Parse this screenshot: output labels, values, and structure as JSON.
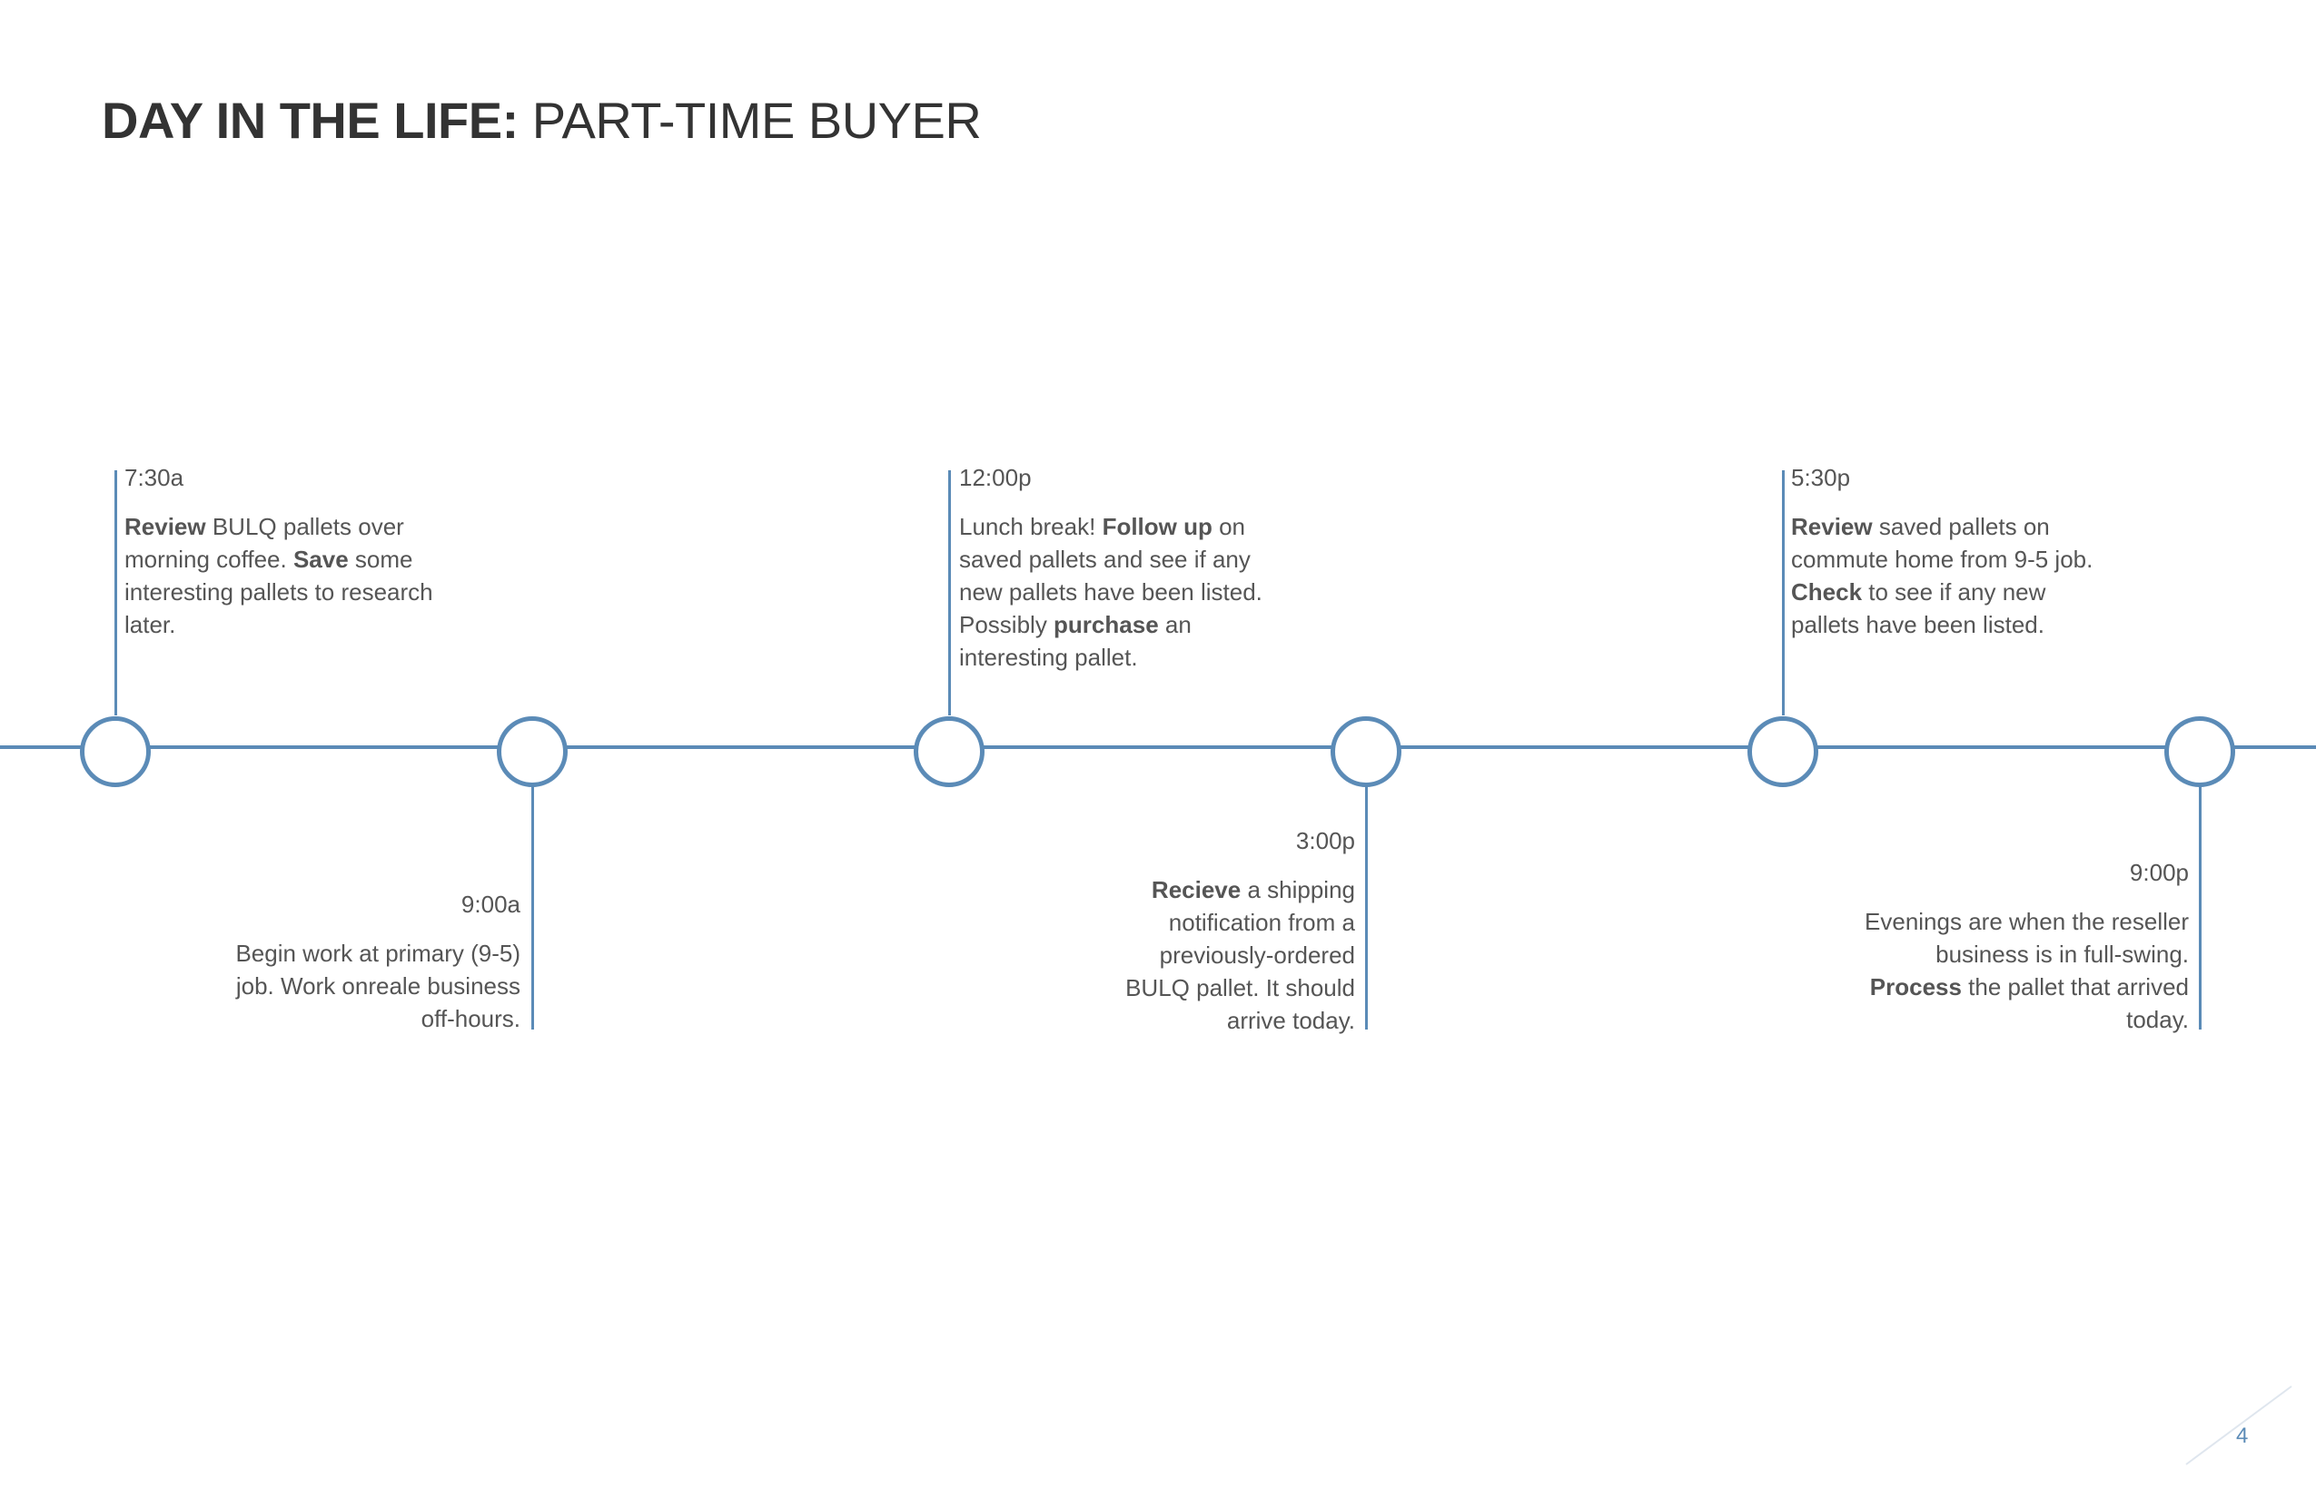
{
  "header": {
    "title_bold": "DAY IN THE LIFE:",
    "title_light": " PART-TIME BUYER"
  },
  "timeline": {
    "events": [
      {
        "time": "7:30a",
        "desc": [
          {
            "t": "Review",
            "b": true
          },
          {
            "t": " BULQ pallets over morning coffee. "
          },
          {
            "t": "Save",
            "b": true
          },
          {
            "t": " some interesting pallets to research later."
          }
        ]
      },
      {
        "time": "9:00a",
        "desc": [
          {
            "t": "Begin work at primary (9-5) job. Work onreale business off-hours."
          }
        ]
      },
      {
        "time": "12:00p",
        "desc": [
          {
            "t": "Lunch break! "
          },
          {
            "t": "Follow up",
            "b": true
          },
          {
            "t": " on saved pallets and see if any new pallets have been listed. Possibly "
          },
          {
            "t": "purchase",
            "b": true
          },
          {
            "t": " an interesting pallet."
          }
        ]
      },
      {
        "time": "3:00p",
        "desc": [
          {
            "t": "Recieve",
            "b": true
          },
          {
            "t": " a shipping notification from a previously-ordered BULQ pallet. It should arrive  today."
          }
        ]
      },
      {
        "time": "5:30p",
        "desc": [
          {
            "t": "Review",
            "b": true
          },
          {
            "t": " saved pallets on commute home from 9-5 job. "
          },
          {
            "t": "Check",
            "b": true
          },
          {
            "t": " to see if any new pallets have been listed."
          }
        ]
      },
      {
        "time": "9:00p",
        "desc": [
          {
            "t": "Evenings are when the reseller business is in full-swing. "
          },
          {
            "t": "Process",
            "b": true
          },
          {
            "t": " the pallet that arrived today."
          }
        ]
      }
    ]
  },
  "footer": {
    "page_number": "4"
  },
  "colors": {
    "accent": "#5b8bb7",
    "text": "#555555",
    "title": "#333333"
  }
}
